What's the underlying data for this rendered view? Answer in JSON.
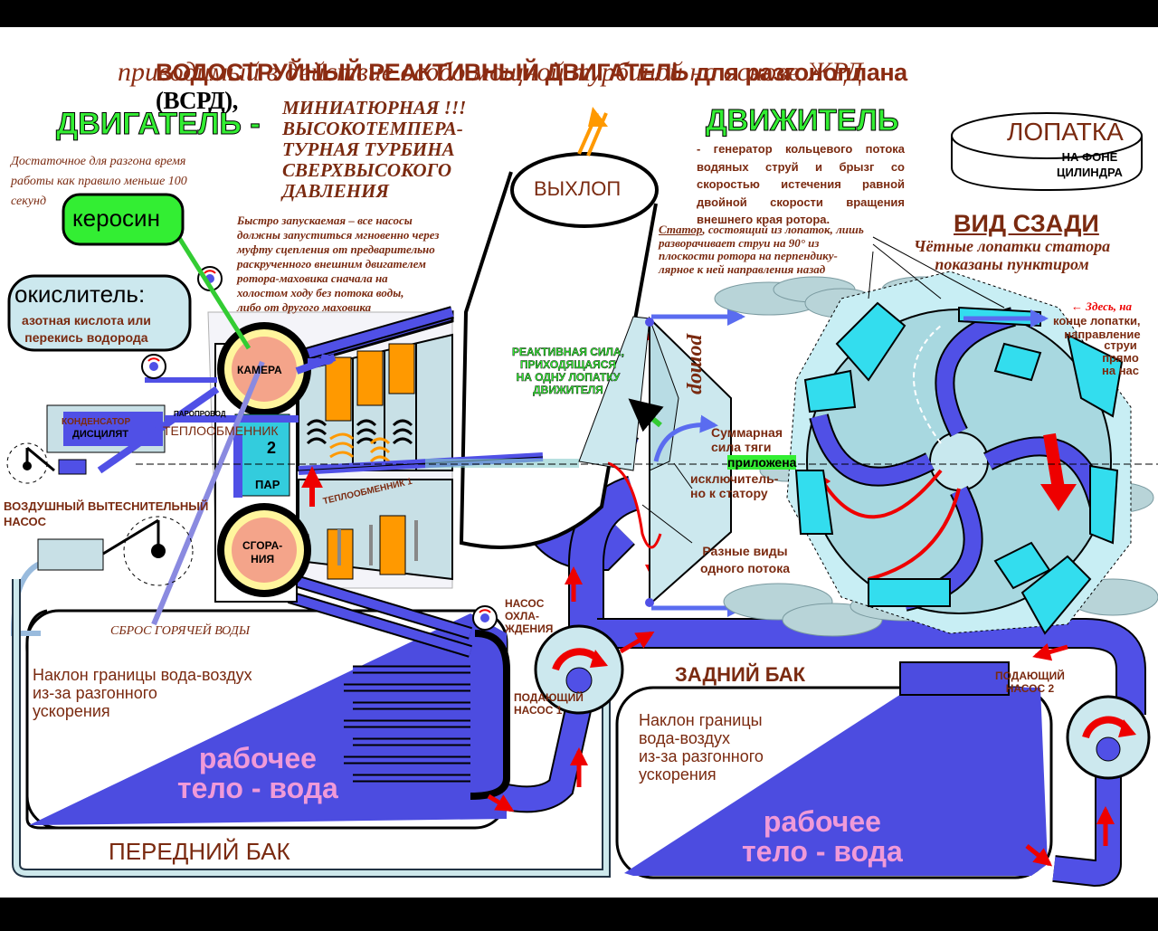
{
  "colors": {
    "title": "#8b2c12",
    "green": "#33cc33",
    "blue": "#5050e6",
    "darkblue": "#000033",
    "cyan": "#33ddee",
    "red": "#ee0000",
    "orange": "#ff9900",
    "brown": "#7a2a10",
    "paleblue": "#cce8ee"
  },
  "title": {
    "line1": "ВОДОСТРУЙНЫЙ РЕАКТИВНЫЙ ДВИГАТЕЛЬ для разгоноплана",
    "line1_abbr": "(ВСРД),",
    "line2": "приводимый в действие особо мощной турбиной на основе ЖРД"
  },
  "engine": {
    "heading": "ДВИГАТЕЛЬ -",
    "subtitle": "МИНИАТЮРНАЯ !!!\nВЫСОКОТЕМПЕРА-\nТУРНАЯ ТУРБИНА\nСВЕРХВЫСОКОГО\nДАВЛЕНИЯ",
    "note_time": "Достаточное для разгона время\nработы как правило меньше 100\nсекунд",
    "note_start": "Быстро запускаемая – все насосы\nдолжны запуститься мгновенно через\nмуфту сцепления от  предварительно\nраскрученного внешним двигателем\nротора-маховика сначала на\nхолостом ходу без потока воды,\nлибо от другого маховика"
  },
  "labels": {
    "kerosene": "керосин",
    "oxidizer": "окислитель:",
    "oxidizer_detail": "азотная кислота или\nперекись водорода",
    "chamber": "КАМЕРА",
    "combustion": "СГОРА-\nНИЯ",
    "exhaust": "ВЫХЛОП",
    "condenser": "КОНДЕНСАТОР",
    "distillate": "ДИСЦИЛЯТ",
    "steam_pipe": "ПАРОПРОВОД",
    "heat_exchanger_2": "ТЕПЛООБМЕННИК",
    "num_2": "2",
    "steam": "ПАР",
    "heat_exchanger_1": "ТЕПЛООБМЕННИК 1",
    "air_pump": "ВОЗДУШНЫЙ ВЫТЕСНИТЕЛЬНЫЙ\nНАСОС",
    "hot_water_dump": "СБРОС   ГОРЯЧЕЙ ВОДЫ",
    "cooling_pump": "НАСОС\nОХЛА-\nЖДЕНИЯ",
    "feed_pump_1": "ПОДАЮЩИЙ\nНАСОС 1",
    "feed_pump_2": "ПОДАЮЩИЙ\nНАСОС 2",
    "slope_note": "Наклон границы вода-воздух\nиз-за разгонного\nускорения",
    "slope_note_rear": "Наклон границы\nвода-воздух\nиз-за разгонного\nускорения",
    "working_fluid": "рабочее\nтело - вода",
    "front_tank": "ПЕРЕДНИЙ БАК",
    "rear_tank": "ЗАДНИЙ БАК",
    "rotor": "ротор",
    "reactive_force": "РЕАКТИВНАЯ СИЛА,\nПРИХОДЯЩАЯСЯ\nНА ОДНУ ЛОПАТКУ\nДВИЖИТЕЛЯ",
    "total_thrust_a": "Суммарная\nсила тяги",
    "total_thrust_b": "приложена",
    "total_thrust_c": "исключитель-\nно к статору",
    "flow_types": "Разные виды\nодного потока"
  },
  "propulsor": {
    "heading": "ДВИЖИТЕЛЬ",
    "desc": "- генератор кольцевого потока водяных струй и брызг со скоростью истечения равной двойной скорости вращения внешнего края ротора.",
    "stator_word": "Статор",
    "stator_note": ", состоящий из лопаток, лишь\nразворачивает струи на 90° из\nплоскости ротора на перпендику-\nлярное к ней направления назад"
  },
  "blade": {
    "title": "ЛОПАТКА",
    "sub": "НА ФОНЕ\nЦИЛИНДРА"
  },
  "rear_view": {
    "title": "ВИД СЗАДИ",
    "note": "Чётные лопатки статора\nпоказаны пунктиром",
    "here_a": "← Здесь, на",
    "here_b": "конце лопатки,\nнаправление",
    "here_c": "струи\nпрямо\nна нас"
  }
}
